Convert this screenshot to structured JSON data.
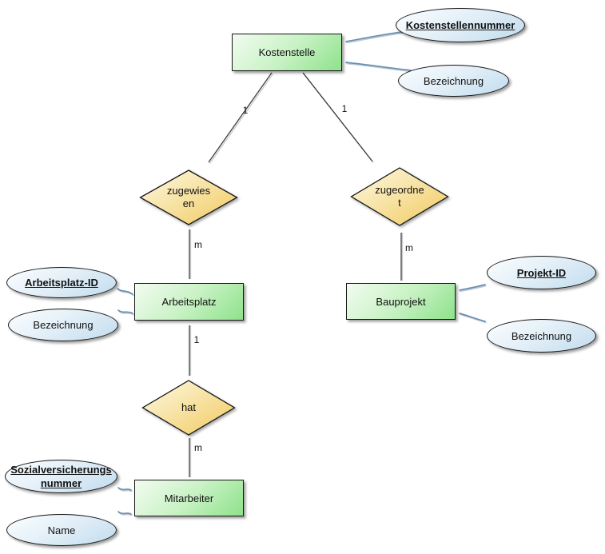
{
  "diagram": {
    "type": "entity-relationship-diagram",
    "language": "de"
  },
  "entities": [
    {
      "label": "Kostenstelle"
    },
    {
      "label": "Arbeitsplatz"
    },
    {
      "label": "Bauprojekt"
    },
    {
      "label": "Mitarbeiter"
    }
  ],
  "relationships": [
    {
      "name": "zugewiesen",
      "lines": [
        "zugewies",
        "en"
      ]
    },
    {
      "name": "zugeordnet",
      "lines": [
        "zugeordne",
        "t"
      ]
    },
    {
      "name": "hat",
      "lines": [
        "hat"
      ]
    }
  ],
  "attributes": [
    {
      "name": "Kostenstellennummer",
      "lines": [
        "Kostenstellennummer"
      ],
      "is_key": true,
      "of": "Kostenstelle"
    },
    {
      "name": "Bezeichnung",
      "lines": [
        "Bezeichnung"
      ],
      "is_key": false,
      "of": "Kostenstelle"
    },
    {
      "name": "Arbeitsplatz-ID",
      "lines": [
        "Arbeitsplatz-ID"
      ],
      "is_key": true,
      "of": "Arbeitsplatz"
    },
    {
      "name": "Bezeichnung",
      "lines": [
        "Bezeichnung"
      ],
      "is_key": false,
      "of": "Arbeitsplatz"
    },
    {
      "name": "Projekt-ID",
      "lines": [
        "Projekt-ID"
      ],
      "is_key": true,
      "of": "Bauprojekt"
    },
    {
      "name": "Bezeichnung",
      "lines": [
        "Bezeichnung"
      ],
      "is_key": false,
      "of": "Bauprojekt"
    },
    {
      "name": "Sozialversicherungsnummer",
      "lines": [
        "Sozialversicherungs",
        "nummer"
      ],
      "is_key": true,
      "of": "Mitarbeiter"
    },
    {
      "name": "Name",
      "lines": [
        "Name"
      ],
      "is_key": false,
      "of": "Mitarbeiter"
    }
  ],
  "cardinalities": [
    {
      "edge": "Kostenstelle-zugewiesen",
      "label": "1"
    },
    {
      "edge": "Kostenstelle-zugeordnet",
      "label": "1"
    },
    {
      "edge": "zugewiesen-Arbeitsplatz",
      "label": "m"
    },
    {
      "edge": "zugeordnet-Bauprojekt",
      "label": "m"
    },
    {
      "edge": "Arbeitsplatz-hat",
      "label": "1"
    },
    {
      "edge": "hat-Mitarbeiter",
      "label": "m"
    }
  ],
  "colors": {
    "background": "#ffffff",
    "entity_gradient": [
      "#f2fcf0",
      "#8ee28b"
    ],
    "relationship_gradient": [
      "#fdf9e3",
      "#f1ca5f"
    ],
    "attribute_gradient": [
      "#fcfeff",
      "#c2dcee"
    ],
    "attribute_link": "#6a8fb4",
    "connector": "#3d3d3d",
    "shape_border": "#161616"
  }
}
